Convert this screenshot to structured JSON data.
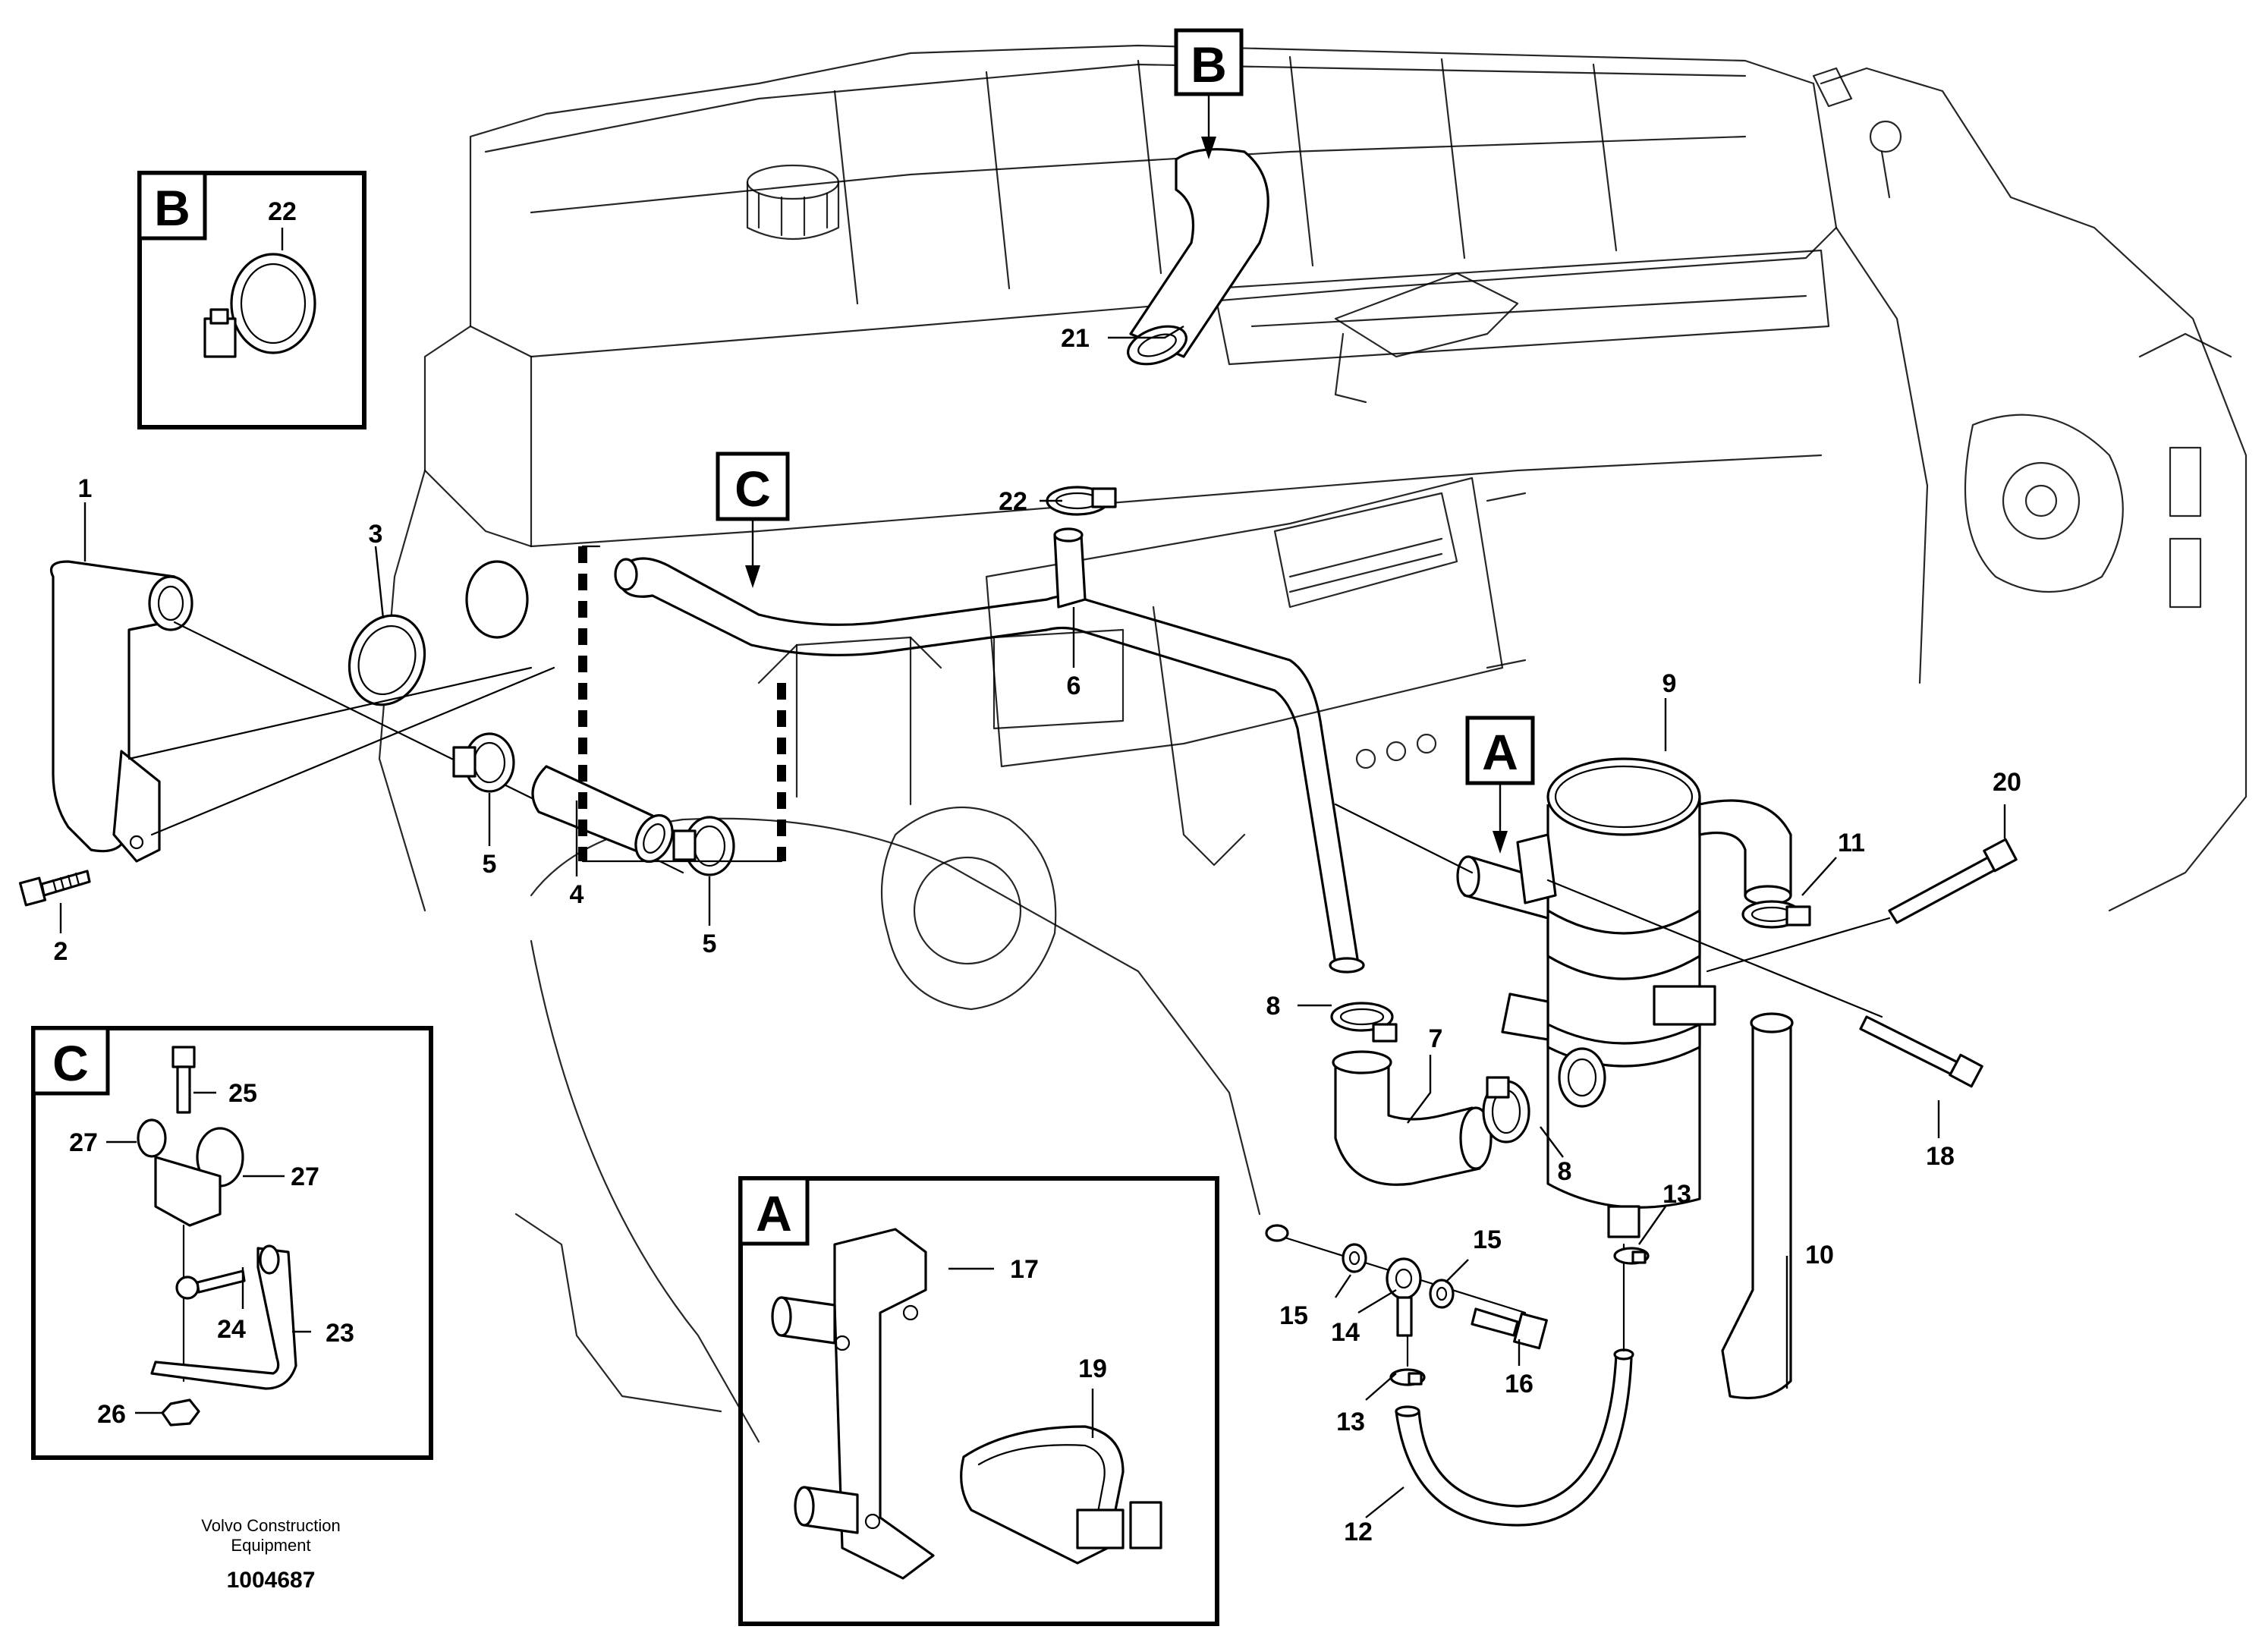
{
  "detail_tags": {
    "a": "A",
    "b": "B",
    "c": "C"
  },
  "callouts": {
    "n1": "1",
    "n2": "2",
    "n3": "3",
    "n4": "4",
    "n5a": "5",
    "n5b": "5",
    "n6": "6",
    "n7": "7",
    "n8a": "8",
    "n8b": "8",
    "n9": "9",
    "n10": "10",
    "n11": "11",
    "n12": "12",
    "n13a": "13",
    "n13b": "13",
    "n14": "14",
    "n15a": "15",
    "n15b": "15",
    "n16": "16",
    "n17": "17",
    "n18": "18",
    "n19": "19",
    "n20": "20",
    "n21": "21",
    "n22a": "22",
    "n22b": "22",
    "n23": "23",
    "n24": "24",
    "n25": "25",
    "n26": "26",
    "n27a": "27",
    "n27b": "27"
  },
  "footer": {
    "credit_line1": "Volvo Construction",
    "credit_line2": "Equipment",
    "doc_number": "1004687"
  }
}
